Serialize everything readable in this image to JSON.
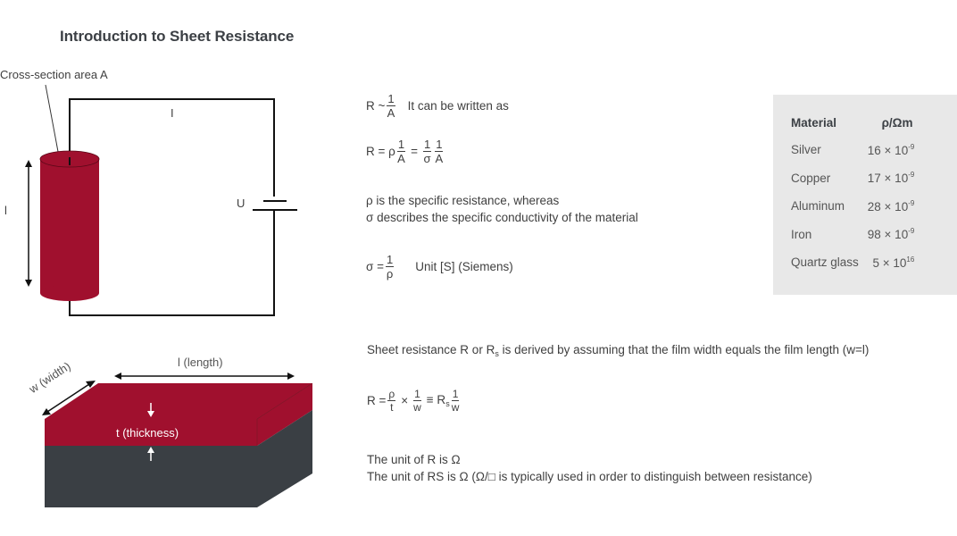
{
  "title": "Introduction to Sheet Resistance",
  "circuit": {
    "cross_section_label": "Cross-section area A",
    "current_label": "I",
    "length_label": "l",
    "voltage_label": "U"
  },
  "formulas": {
    "prop_lhs": "R ~",
    "prop_num": "1",
    "prop_den": "A",
    "prop_note": "It can be written as",
    "eq1_lhs": "R = ρ",
    "eq1_num1": "1",
    "eq1_den1": "A",
    "eq1_eq": "=",
    "eq1_num2": "1",
    "eq1_den2": "σ",
    "eq1_num3": "1",
    "eq1_den3": "A",
    "desc_line1": "ρ is the specific resistance, whereas",
    "desc_line2": "σ describes the specific conductivity of the material",
    "sigma_lhs": "σ =",
    "sigma_num": "1",
    "sigma_den": "ρ",
    "unit_note": "Unit [S] (Siemens)"
  },
  "table": {
    "headers": [
      "Material",
      "ρ/Ωm"
    ],
    "rows": [
      {
        "material": "Silver",
        "mantissa": "16 × 10",
        "exp": "-9"
      },
      {
        "material": "Copper",
        "mantissa": "17 × 10",
        "exp": "-9"
      },
      {
        "material": "Aluminum",
        "mantissa": "28 × 10",
        "exp": "-9"
      },
      {
        "material": "Iron",
        "mantissa": "98 × 10",
        "exp": "-9"
      },
      {
        "material": "Quartz glass",
        "mantissa": "5 × 10",
        "exp": "16"
      }
    ]
  },
  "film": {
    "length_label": "l (length)",
    "width_label": "w (width)",
    "thickness_label": "t (thickness)"
  },
  "sheet": {
    "intro_pre": "Sheet resistance R or R",
    "intro_sub": "s",
    "intro_post": " is derived by assuming that the film width equals the film length (w=l)",
    "eq_lhs": "R =",
    "eq_num1": "ρ",
    "eq_den1": "t",
    "eq_times": "×",
    "eq_num2": "1",
    "eq_den2": "w",
    "eq_equiv": "≡ R",
    "eq_sub": "s",
    "eq_num3": "1",
    "eq_den3": "w",
    "unit_line1": "The unit of R is Ω",
    "unit_line2": "The unit of RS is Ω (Ω/□ is typically used in order to distinguish between resistance)"
  },
  "colors": {
    "accent_red": "#a0102e",
    "dark_slate": "#3a3f44",
    "table_bg": "#e8e8e8"
  }
}
